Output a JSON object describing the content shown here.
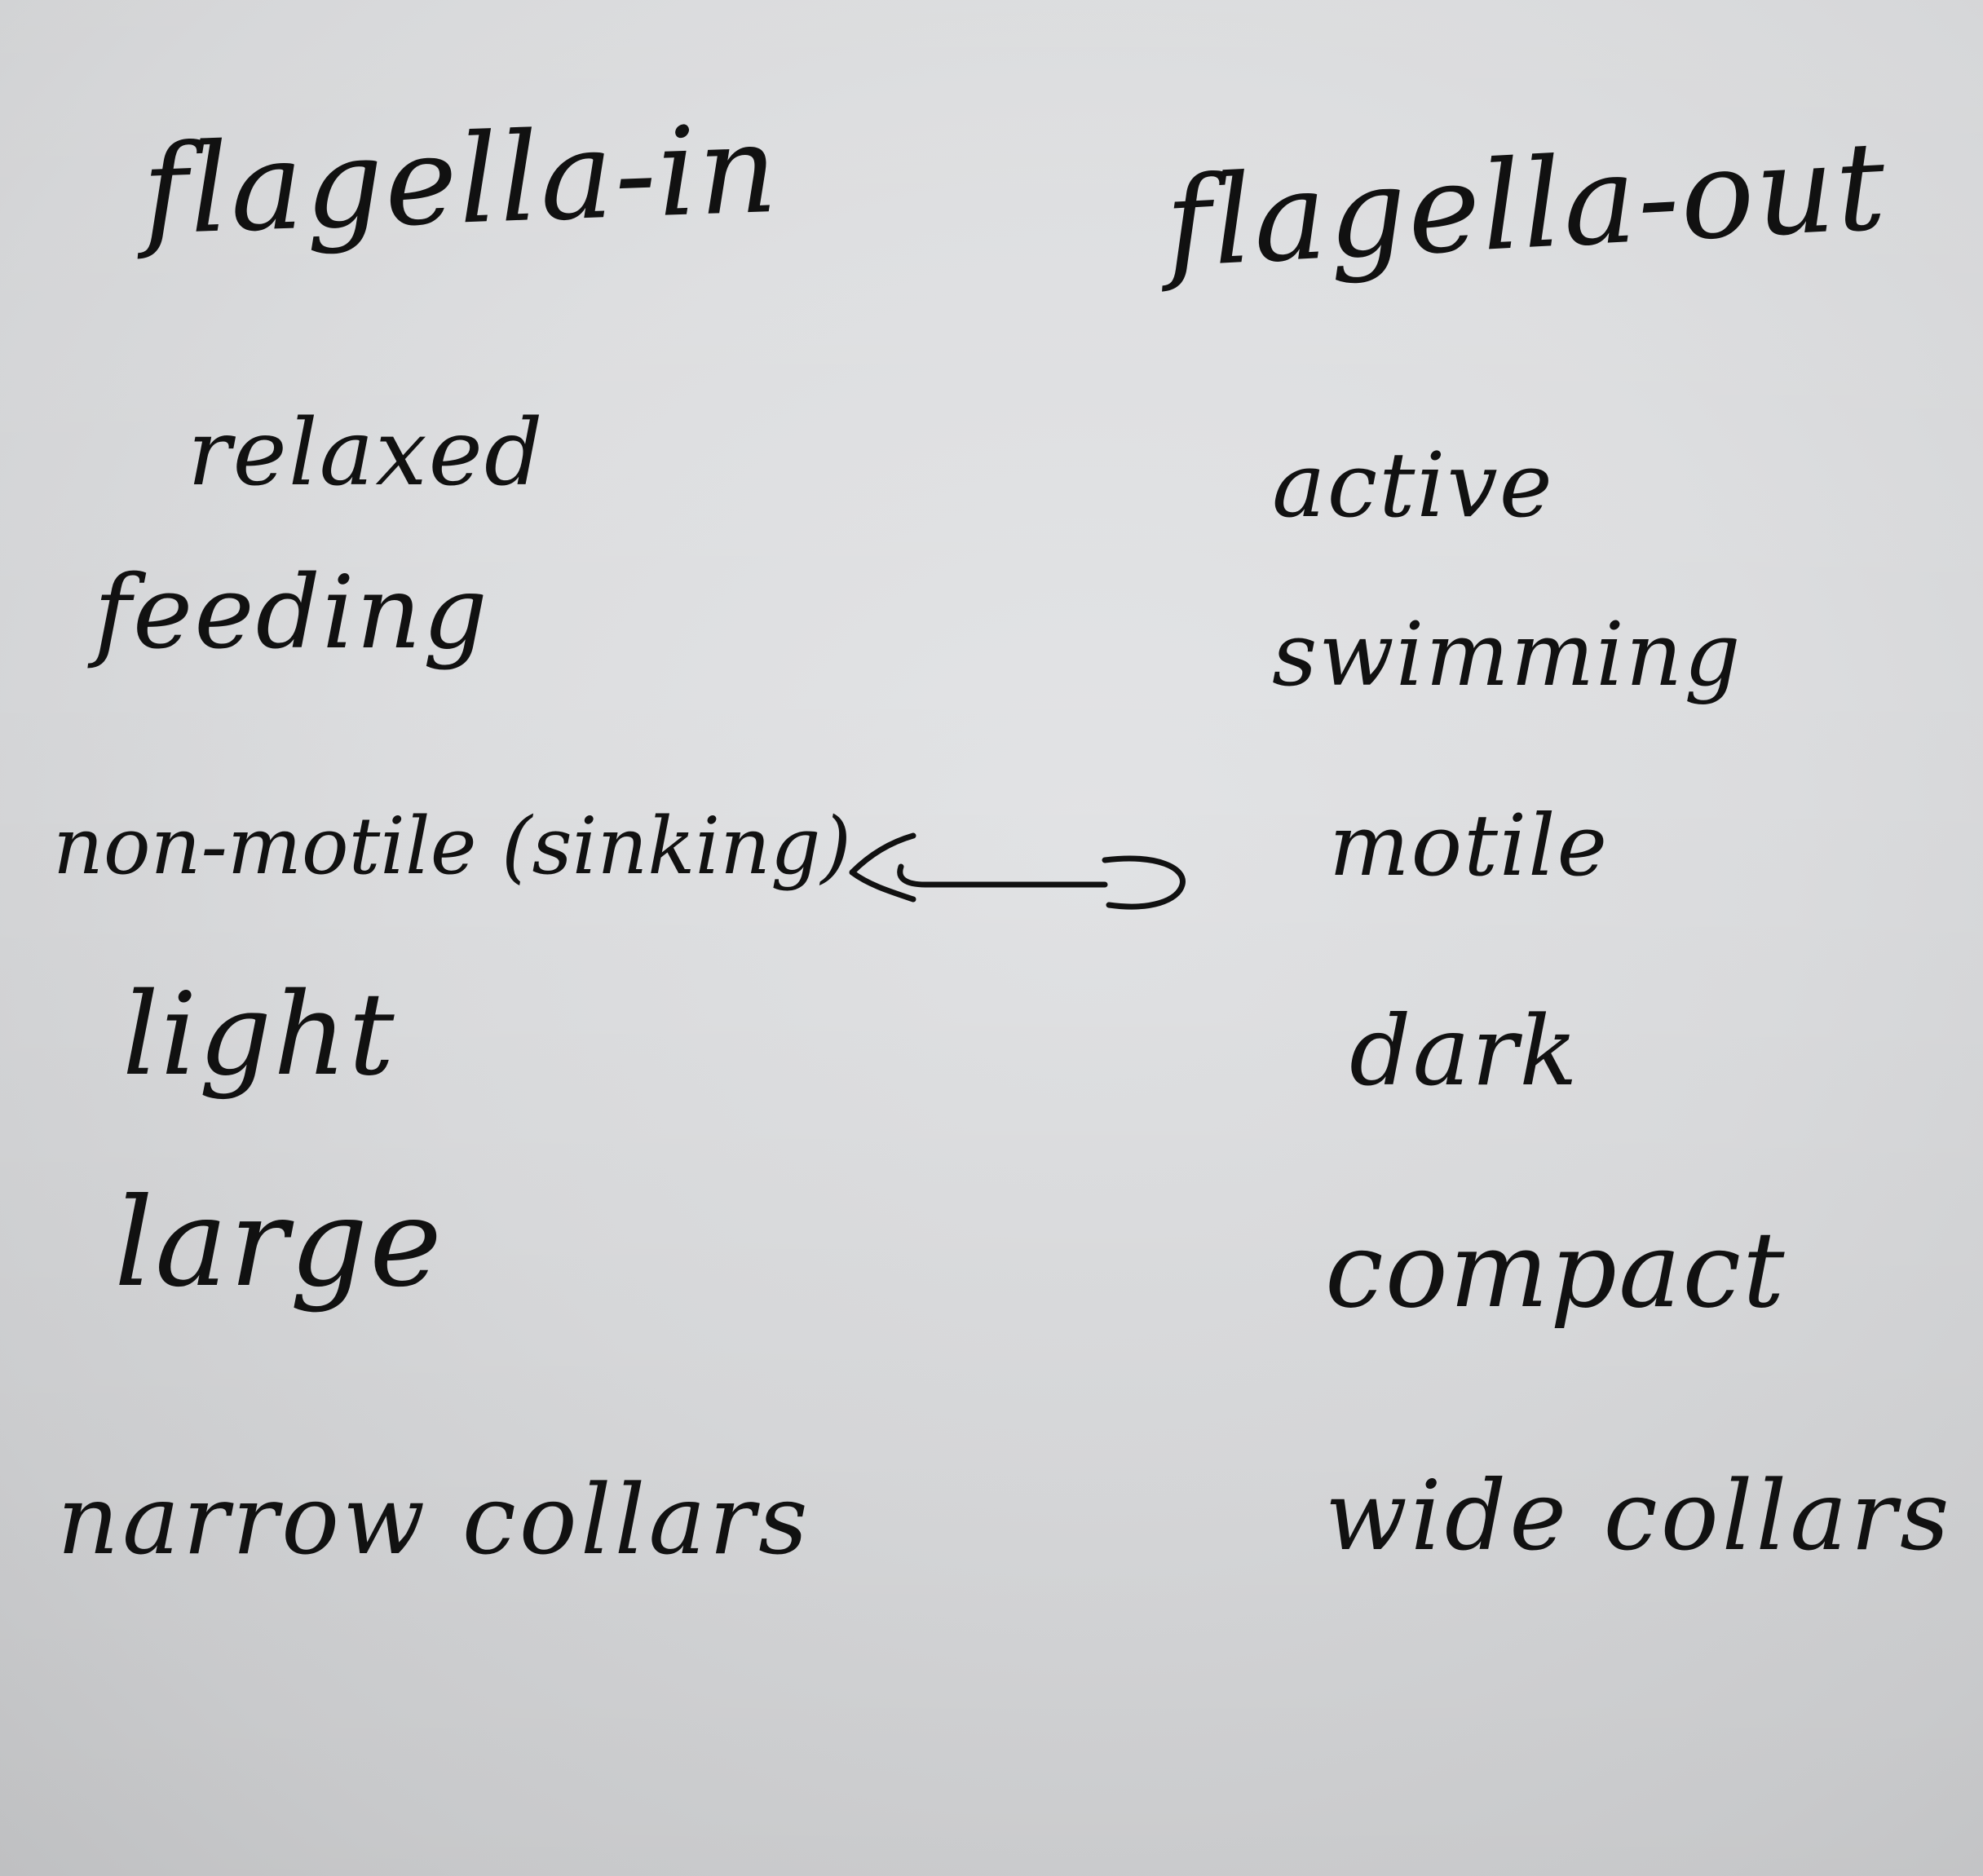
{
  "note": {
    "left_column": [
      "flagella-in",
      "relaxed",
      "feeding",
      "non-motile (sinking)",
      "light",
      "large",
      "narrow collars"
    ],
    "right_column": [
      "flagella-out",
      "active",
      "swimming",
      "motile",
      "dark",
      "compact",
      "wide collars"
    ]
  },
  "ink_color": "#111111",
  "paper_color": "#dcdddf",
  "icons": {
    "arrow": "double-headed-arrow-icon"
  }
}
